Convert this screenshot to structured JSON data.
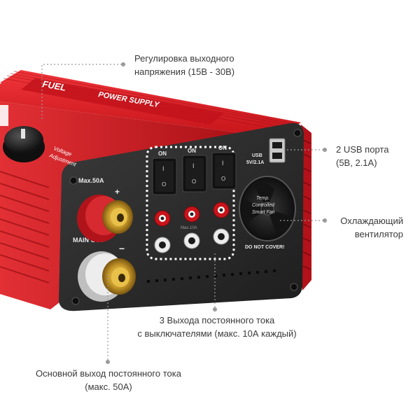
{
  "device": {
    "brand": "FUEL",
    "model": "POWER SUPPLY",
    "knob_label": [
      "Voltage",
      "Adjustment"
    ],
    "main_out_rating": "Max.50A",
    "main_out_label": "MAIN OUT",
    "aux_rating": "Max.10A",
    "usb_label": [
      "USB",
      "5V/2.1A"
    ],
    "fan_label": [
      "Temp.",
      "Controlled",
      "Smart Fan"
    ],
    "fan_warning": "DO NOT COVER!",
    "switch_on": "ON",
    "switch_mark_on": "I",
    "switch_mark_off": "O",
    "polarity_plus": "+",
    "polarity_minus": "−"
  },
  "callouts": {
    "voltage": [
      "Регулировка выходного",
      "напряжения (15В - 30В)"
    ],
    "usb": [
      "2 USB порта",
      "(5В, 2.1А)"
    ],
    "fan": [
      "Охлаждающий",
      "вентилятор"
    ],
    "dc_outputs": [
      "3 Выхода постоянного тока",
      "с выключателями (макс. 10А каждый)"
    ],
    "main_output": [
      "Основной выход постоянного тока",
      "(макс. 50А)"
    ]
  },
  "colors": {
    "body_red": "#d8171d",
    "panel_dark": "#2a2a2a",
    "callout_text": "#3a3a3a",
    "callout_line": "#9a9a9a"
  }
}
